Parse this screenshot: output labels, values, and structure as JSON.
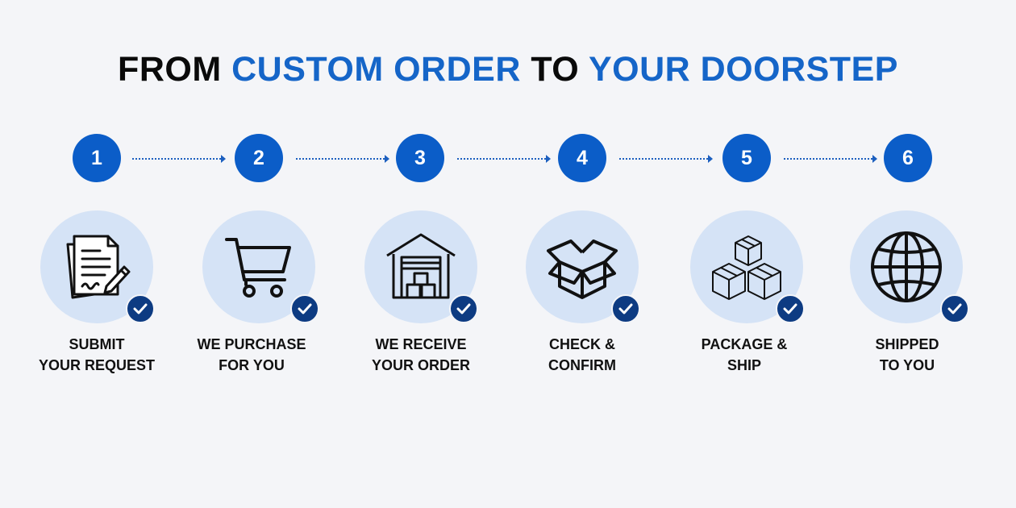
{
  "title": {
    "part1": "FROM ",
    "part2": "CUSTOM ORDER",
    "part3": " TO ",
    "part4": "YOUR DOORSTEP"
  },
  "colors": {
    "accent": "#1565c8",
    "step_circle": "#0b5dc8",
    "icon_bg": "#d5e3f6",
    "check_bg": "#0d3b82",
    "background": "#f4f5f8"
  },
  "steps": [
    {
      "number": "1",
      "line1": "SUBMIT",
      "line2": "YOUR REQUEST",
      "icon": "document-sign-icon"
    },
    {
      "number": "2",
      "line1": "WE PURCHASE",
      "line2": "FOR YOU",
      "icon": "shopping-cart-icon"
    },
    {
      "number": "3",
      "line1": "WE RECEIVE",
      "line2": "YOUR ORDER",
      "icon": "warehouse-icon"
    },
    {
      "number": "4",
      "line1": "CHECK &",
      "line2": "CONFIRM",
      "icon": "open-box-icon"
    },
    {
      "number": "5",
      "line1": "PACKAGE &",
      "line2": "SHIP",
      "icon": "stacked-boxes-icon"
    },
    {
      "number": "6",
      "line1": "SHIPPED",
      "line2": "TO YOU",
      "icon": "globe-icon"
    }
  ]
}
